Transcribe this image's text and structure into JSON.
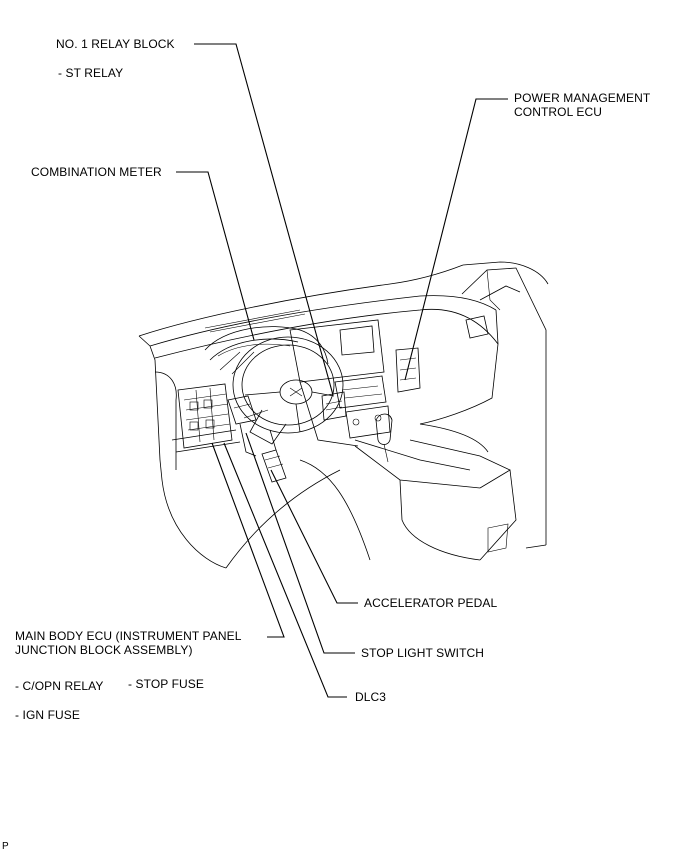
{
  "labels": {
    "relay_block": "NO. 1 RELAY BLOCK",
    "st_relay": "- ST RELAY",
    "power_mgmt_1": "POWER MANAGEMENT",
    "power_mgmt_2": "CONTROL ECU",
    "combination_meter": "COMBINATION METER",
    "accelerator_pedal": "ACCELERATOR PEDAL",
    "main_body_1": "MAIN BODY ECU (INSTRUMENT PANEL",
    "main_body_2": "JUNCTION BLOCK ASSEMBLY)",
    "stop_light_switch": "STOP LIGHT SWITCH",
    "copn_relay": "- C/OPN RELAY",
    "stop_fuse": "- STOP FUSE",
    "dlc3": "DLC3",
    "ign_fuse": "- IGN FUSE",
    "corner_mark": "P"
  }
}
